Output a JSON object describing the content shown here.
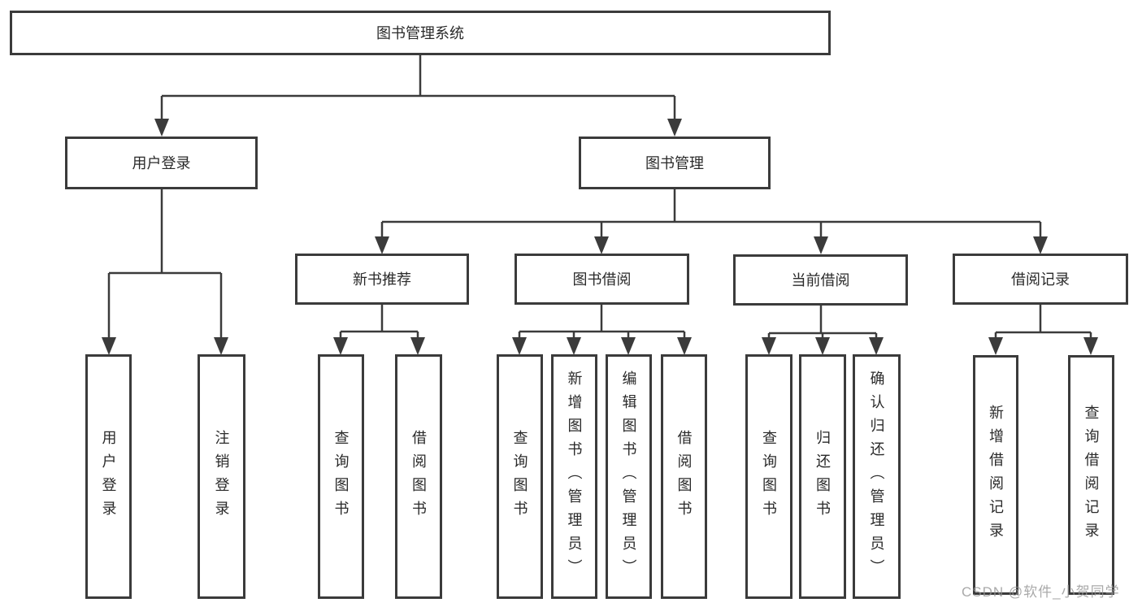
{
  "tree": {
    "label": "图书管理系统",
    "children": [
      {
        "label": "用户登录",
        "children": [
          {
            "label": "用户登录"
          },
          {
            "label": "注销登录"
          }
        ]
      },
      {
        "label": "图书管理",
        "children": [
          {
            "label": "新书推荐",
            "children": [
              {
                "label": "查询图书"
              },
              {
                "label": "借阅图书"
              }
            ]
          },
          {
            "label": "图书借阅",
            "children": [
              {
                "label": "查询图书"
              },
              {
                "label": "新增图书（管理员）"
              },
              {
                "label": "编辑图书（管理员）"
              },
              {
                "label": "借阅图书"
              }
            ]
          },
          {
            "label": "当前借阅",
            "children": [
              {
                "label": "查询图书"
              },
              {
                "label": "归还图书"
              },
              {
                "label": "确认归还（管理员）"
              }
            ]
          },
          {
            "label": "借阅记录",
            "children": [
              {
                "label": "新增借阅记录"
              },
              {
                "label": "查询借阅记录"
              }
            ]
          }
        ]
      }
    ]
  },
  "watermark": {
    "text": "CSDN @软件_小贺同学"
  },
  "colors": {
    "line": "#3b3b3b",
    "text": "#2a2a2a",
    "watermark_gray": "#949494",
    "background": "#ffffff"
  }
}
